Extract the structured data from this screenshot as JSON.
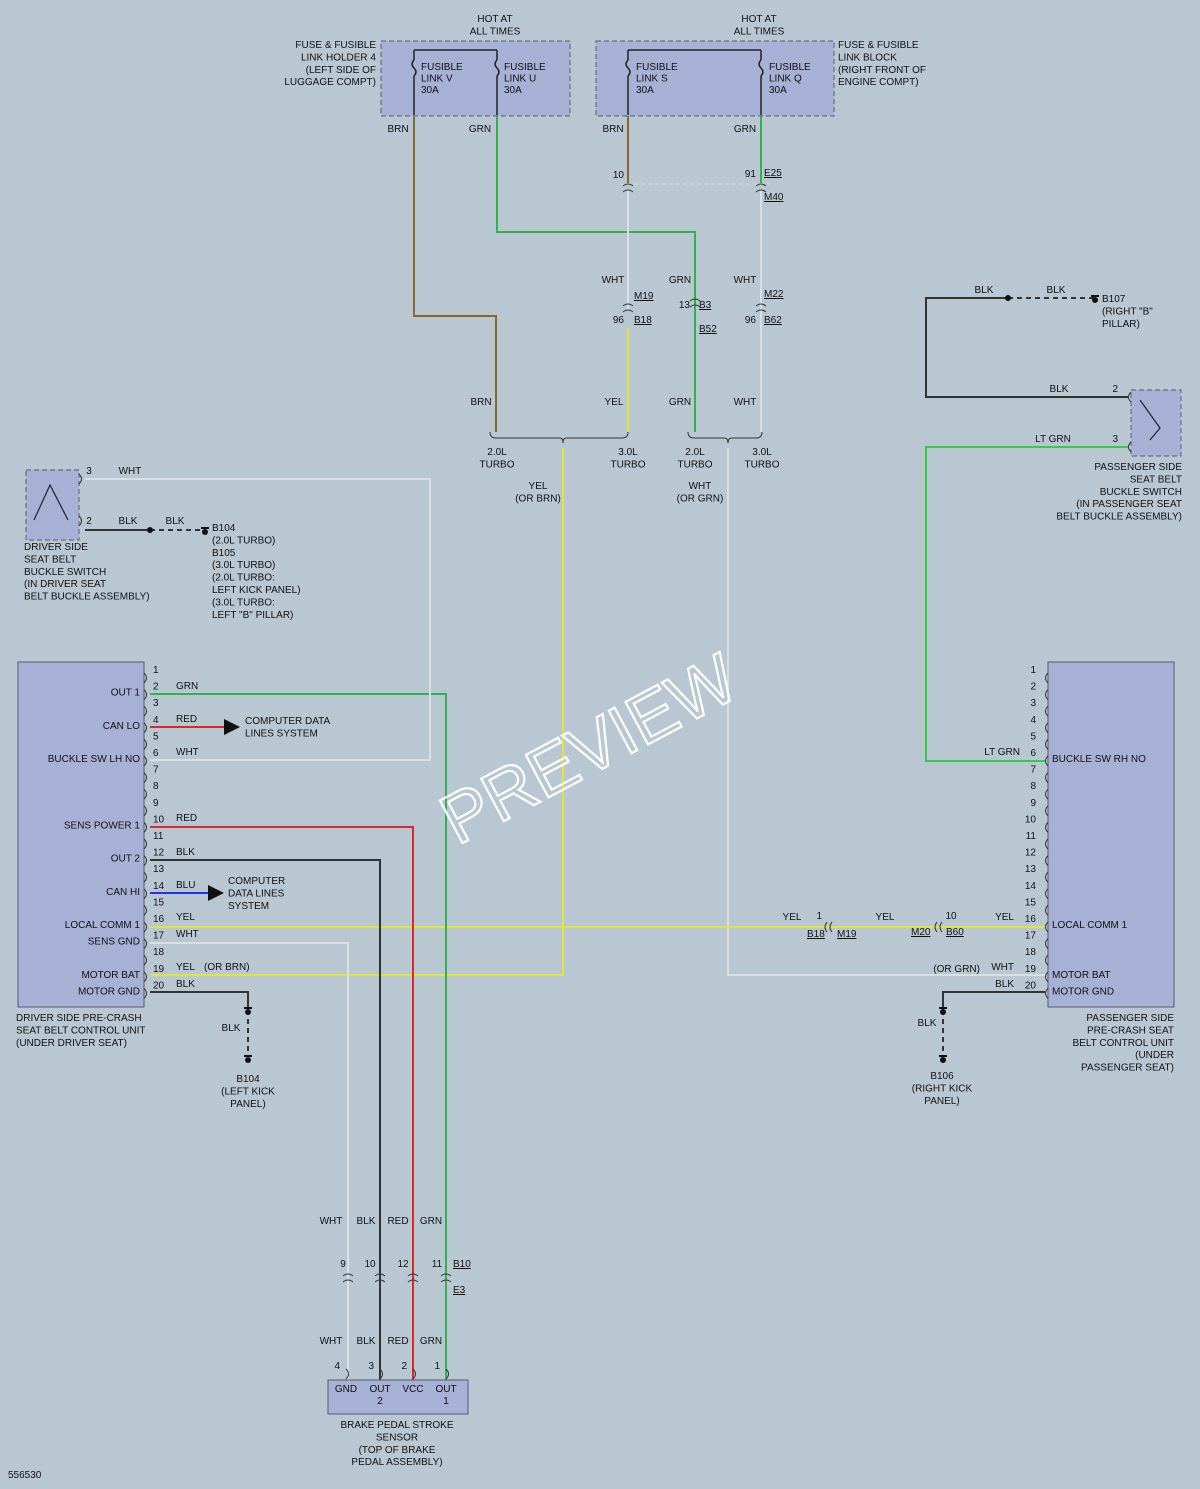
{
  "colors": {
    "BRN": "#8a6a2a",
    "GRN": "#2fb34a",
    "WHT": "#d9dfe3",
    "YEL": "#e3e33a",
    "BLK": "#333333",
    "RED": "#d92a2a",
    "BLU": "#2233ee",
    "LTGRN": "#33cc44",
    "module_fill": "#a7b1d6",
    "background": "#b9c7d2"
  },
  "watermark": "PREVIEW",
  "doc_number": "556530",
  "hot1": [
    "HOT AT",
    "ALL TIMES"
  ],
  "hot2": [
    "HOT AT",
    "ALL TIMES"
  ],
  "fuse_holder4": [
    "FUSE & FUSIBLE",
    "LINK HOLDER 4",
    "(LEFT SIDE OF",
    "LUGGAGE COMPT)"
  ],
  "fuse_block": [
    "FUSE & FUSIBLE",
    "LINK BLOCK",
    "(RIGHT FRONT OF",
    "ENGINE COMPT)"
  ],
  "link_v": [
    "FUSIBLE",
    "LINK V",
    "30A"
  ],
  "link_u": [
    "FUSIBLE",
    "LINK U",
    "30A"
  ],
  "link_s": [
    "FUSIBLE",
    "LINK S",
    "30A"
  ],
  "link_q": [
    "FUSIBLE",
    "LINK Q",
    "30A"
  ],
  "turbo_20": [
    "2.0L",
    "TURBO"
  ],
  "turbo_30": [
    "3.0L",
    "TURBO"
  ],
  "yel_or_brn": [
    "YEL",
    "(OR BRN)"
  ],
  "wht_or_grn": [
    "WHT",
    "(OR GRN)"
  ],
  "driver_switch": [
    "DRIVER SIDE",
    "SEAT BELT",
    "BUCKLE SWITCH",
    "(IN DRIVER SEAT",
    "BELT BUCKLE ASSEMBLY)"
  ],
  "b104_note": [
    "B104",
    "(2.0L TURBO)",
    "B105",
    "(3.0L TURBO)",
    "(2.0L TURBO:",
    "LEFT KICK PANEL)",
    "(3.0L TURBO:",
    "LEFT \"B\" PILLAR)"
  ],
  "pass_switch": [
    "PASSENGER SIDE",
    "SEAT BELT",
    "BUCKLE SWITCH",
    "(IN PASSENGER SEAT",
    "BELT BUCKLE ASSEMBLY)"
  ],
  "b107_note": [
    "B107",
    "(RIGHT \"B\"",
    "PILLAR)"
  ],
  "driver_unit": [
    "DRIVER SIDE PRE-CRASH",
    "SEAT BELT CONTROL UNIT",
    "(UNDER DRIVER SEAT)"
  ],
  "pass_unit": [
    "PASSENGER SIDE",
    "PRE-CRASH SEAT",
    "BELT CONTROL UNIT",
    "(UNDER",
    "PASSENGER SEAT)"
  ],
  "b104_ground": [
    "B104",
    "(LEFT KICK",
    "PANEL)"
  ],
  "b106_ground": [
    "B106",
    "(RIGHT KICK",
    "PANEL)"
  ],
  "can_lo_dest": [
    "COMPUTER DATA",
    "LINES SYSTEM"
  ],
  "can_hi_dest": [
    "COMPUTER",
    "DATA LINES",
    "SYSTEM"
  ],
  "brake_sensor": [
    "BRAKE PEDAL STROKE",
    "SENSOR",
    "(TOP OF BRAKE",
    "PEDAL ASSEMBLY)"
  ],
  "driver_pins": [
    "1",
    "2",
    "3",
    "4",
    "5",
    "6",
    "7",
    "8",
    "9",
    "10",
    "11",
    "12",
    "13",
    "14",
    "15",
    "16",
    "17",
    "18",
    "19",
    "20"
  ],
  "pass_pins": [
    "1",
    "2",
    "3",
    "4",
    "5",
    "6",
    "7",
    "8",
    "9",
    "10",
    "11",
    "12",
    "13",
    "14",
    "15",
    "16",
    "17",
    "18",
    "19",
    "20"
  ],
  "driver_labels": [
    {
      "pin": 2,
      "text": "OUT 1"
    },
    {
      "pin": 4,
      "text": "CAN LO"
    },
    {
      "pin": 6,
      "text": "BUCKLE SW LH NO"
    },
    {
      "pin": 10,
      "text": "SENS POWER 1"
    },
    {
      "pin": 12,
      "text": "OUT 2"
    },
    {
      "pin": 14,
      "text": "CAN HI"
    },
    {
      "pin": 16,
      "text": "LOCAL COMM 1"
    },
    {
      "pin": 17,
      "text": "SENS GND"
    },
    {
      "pin": 19,
      "text": "MOTOR BAT"
    },
    {
      "pin": 20,
      "text": "MOTOR GND"
    }
  ],
  "pass_labels": [
    {
      "pin": 6,
      "text": "BUCKLE SW RH NO"
    },
    {
      "pin": 16,
      "text": "LOCAL COMM 1"
    },
    {
      "pin": 19,
      "text": "MOTOR BAT"
    },
    {
      "pin": 20,
      "text": "MOTOR GND"
    }
  ],
  "sensor_pins": [
    {
      "name": "GND",
      "sub": "",
      "num": "4",
      "color": "WHT"
    },
    {
      "name": "OUT",
      "sub": "2",
      "num": "3",
      "color": "BLK"
    },
    {
      "name": "VCC",
      "sub": "",
      "num": "2",
      "color": "RED"
    },
    {
      "name": "OUT",
      "sub": "1",
      "num": "1",
      "color": "GRN"
    }
  ],
  "sensor_conn_nums": [
    "9",
    "10",
    "12",
    "11"
  ],
  "connectors": {
    "E25": "E25",
    "M40": "M40",
    "M19": "M19",
    "B18": "B18",
    "B3": "B3",
    "B52": "B52",
    "M22": "M22",
    "B62": "B62",
    "B10": "B10",
    "E3": "E3",
    "B60": "B60",
    "M20": "M20"
  },
  "texts": {
    "brn": "BRN",
    "grn": "GRN",
    "wht": "WHT",
    "yel": "YEL",
    "blk": "BLK",
    "red": "RED",
    "blu": "BLU",
    "ltgrn": "LT GRN",
    "or_brn": "(OR BRN)",
    "or_grn": "(OR GRN)",
    "n10": "10",
    "n91": "91",
    "n96": "96",
    "n13": "13",
    "n1": "1",
    "n2": "2",
    "n3": "3"
  }
}
